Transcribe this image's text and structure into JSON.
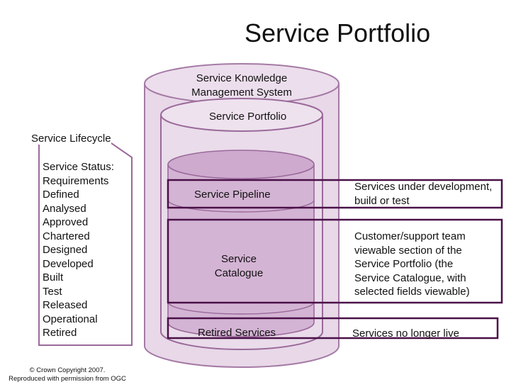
{
  "title": "Service Portfolio",
  "cylinders": {
    "outer_label_line1": "Service Knowledge",
    "outer_label_line2": "Management System",
    "middle_label": "Service Portfolio",
    "pipeline_label": "Service Pipeline",
    "catalogue_label_line1": "Service",
    "catalogue_label_line2": "Catalogue",
    "retired_label": "Retired Services"
  },
  "descriptions": {
    "pipeline": [
      "Services under development,",
      "build or test"
    ],
    "catalogue": [
      "Customer/support team",
      "viewable section of the",
      "Service Portfolio (the",
      "Service Catalogue, with",
      "selected fields viewable)"
    ],
    "retired": [
      "Services no longer live"
    ]
  },
  "lifecycle": {
    "title": "Service Lifecycle",
    "items": [
      "Service Status:",
      "Requirements",
      "Defined",
      "Analysed",
      "Approved",
      "Chartered",
      "Designed",
      "Developed",
      "Built",
      "Test",
      "Released",
      "Operational",
      "Retired"
    ]
  },
  "copyright": {
    "line1": "© Crown Copyright 2007.",
    "line2": "Reproduced with permission from OGC"
  },
  "colors": {
    "outer_fill": "#e8d8e8",
    "middle_fill": "#ead9ea",
    "inner_fill": "#d3b2d3",
    "cylinder_stroke": "#9a6a9a",
    "box_stroke": "#4a1048"
  }
}
